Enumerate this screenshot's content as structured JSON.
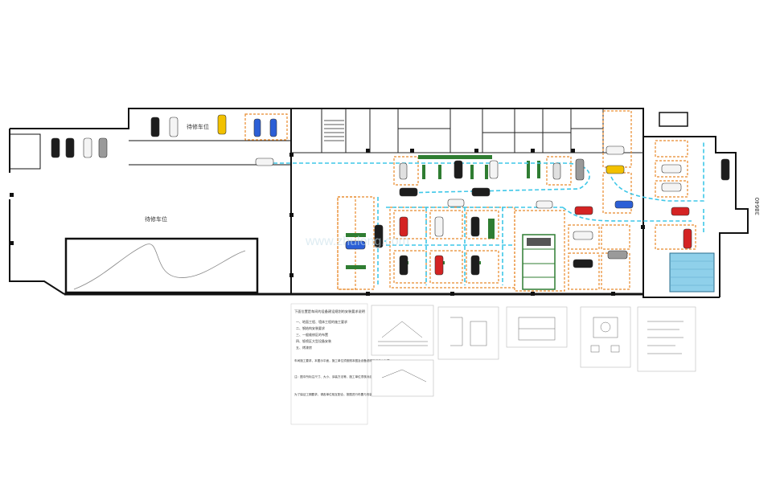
{
  "labels": {
    "parking_upper": "待修车位",
    "parking_lower": "待修车位",
    "dim_right": "38640",
    "watermark": "www.zhulong.com"
  },
  "notes": {
    "title": "下面位置是车间的设备建设规划的安装要求说明",
    "items": [
      "一、地面工程、墙体工程的施工要求",
      "二、钢结构安装要求",
      "三、一般维修区的布置",
      "四、钣喷区大型设备安装",
      "五、烤漆房"
    ],
    "para1": "车间施工要求，本图示平面，施工单位须按照本图及设备说明进行施工布置。",
    "para2": "注：图中所标注尺寸、大小、涂装方法等，施工单位须核对后再施工。",
    "para3": "为了保证工期要求，请各单位相互配合，按图进行布置与安装。"
  },
  "colors": {
    "wall": "#111111",
    "zone_border": "#e8892a",
    "route": "#3ec7e8",
    "lift_green": "#2f7d32",
    "car_red": "#d42323",
    "car_yellow": "#f2c100",
    "car_blue": "#2c5fd6",
    "car_black": "#1d1d1d",
    "car_white": "#f4f4f4",
    "car_gray": "#9a9a9a",
    "booth_blue": "#8fd0ea"
  },
  "icons": {
    "car": "car-icon",
    "lift": "lift-icon",
    "stairs": "stairs-icon",
    "column": "column-icon"
  }
}
